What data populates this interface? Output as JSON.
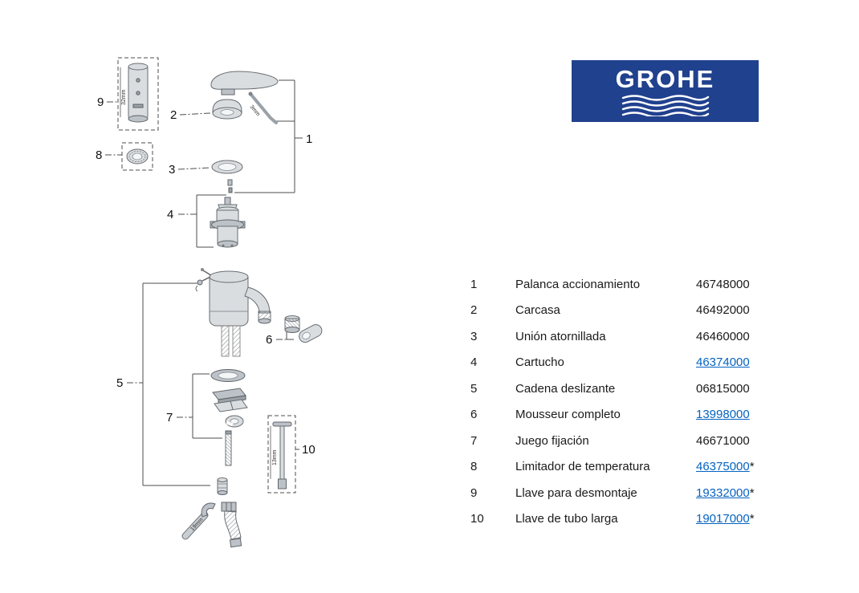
{
  "logo": {
    "text": "GROHE",
    "bg_color": "#20418e"
  },
  "parts_table": {
    "rows": [
      {
        "num": "1",
        "name": "Palanca accionamiento",
        "part": "46748000",
        "link": false,
        "suffix": ""
      },
      {
        "num": "2",
        "name": "Carcasa",
        "part": "46492000",
        "link": false,
        "suffix": ""
      },
      {
        "num": "3",
        "name": "Unión atornillada",
        "part": "46460000",
        "link": false,
        "suffix": ""
      },
      {
        "num": "4",
        "name": "Cartucho",
        "part": "46374000",
        "link": true,
        "suffix": ""
      },
      {
        "num": "5",
        "name": "Cadena deslizante",
        "part": "06815000",
        "link": false,
        "suffix": ""
      },
      {
        "num": "6",
        "name": "Mousseur completo",
        "part": "13998000",
        "link": true,
        "suffix": ""
      },
      {
        "num": "7",
        "name": "Juego fijación",
        "part": "46671000",
        "link": false,
        "suffix": ""
      },
      {
        "num": "8",
        "name": "Limitador de temperatura",
        "part": "46375000",
        "link": true,
        "suffix": "*"
      },
      {
        "num": "9",
        "name": "Llave para desmontaje",
        "part": "19332000",
        "link": true,
        "suffix": "*"
      },
      {
        "num": "10",
        "name": "Llave de tubo larga",
        "part": "19017000",
        "link": true,
        "suffix": "*"
      }
    ]
  },
  "diagram": {
    "callouts": {
      "c1": "1",
      "c2": "2",
      "c3": "3",
      "c4": "4",
      "c5": "5",
      "c6": "6",
      "c7": "7",
      "c8": "8",
      "c9": "9",
      "c10": "10"
    },
    "dimensions": {
      "d32": "32mm",
      "d3": "3mm",
      "d13": "13mm",
      "d19": "19mm"
    }
  },
  "colors": {
    "link": "#0563c1",
    "line": "#4d4d4d"
  }
}
